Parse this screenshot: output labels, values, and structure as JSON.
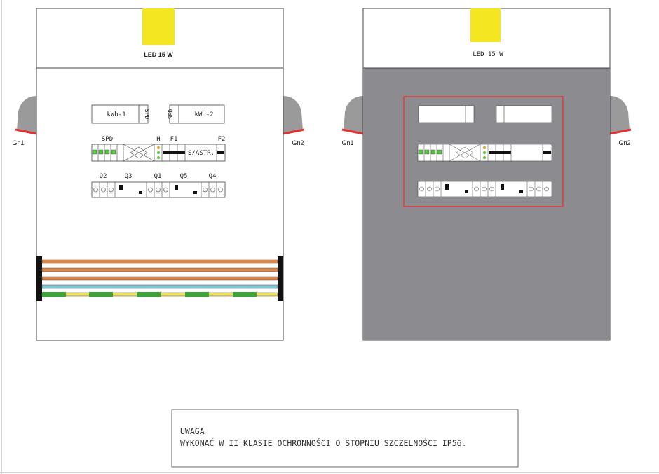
{
  "colors": {
    "panel_gray": "#8c8c90",
    "lamp_yellow": "#f4e620",
    "gland_gray": "#9a9a9a",
    "gland_red": "#e53030",
    "highlight_red": "#e53a3a",
    "wire_brown": "#d9874b",
    "wire_blue": "#7fc8d8",
    "wire_yellow": "#efe060",
    "wire_green": "#3aa33a",
    "terminal_green": "#55c840"
  },
  "left_panel": {
    "lamp_label": "LED 15 W",
    "gland_left": "Gn1",
    "gland_right": "Gn2",
    "meter1_label": "kWh-1",
    "meter1_spd": "SPD",
    "meter2_label": "kWh-2",
    "meter2_spd": "SPD",
    "row2": {
      "spd": "SPD",
      "h": "H",
      "f1": "F1",
      "f2": "F2",
      "astro": "S/ASTR."
    },
    "row3": {
      "q2": "Q2",
      "q3": "Q3",
      "q1": "Q1",
      "q5": "Q5",
      "q4": "Q4"
    }
  },
  "right_panel": {
    "lamp_label": "LED 15 W",
    "gland_left": "Gn1",
    "gland_right": "Gn2"
  },
  "note": {
    "title": "UWAGA",
    "text": "WYKONAĆ W II KLASIE OCHRONNOŚCI O STOPNIU SZCZELNOŚCI IP56."
  }
}
